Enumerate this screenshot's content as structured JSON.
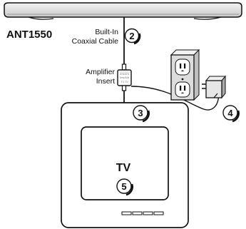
{
  "model": "ANT1550",
  "labels": {
    "cable": [
      "Built-In",
      "Coaxial Cable"
    ],
    "amplifier": [
      "Amplifier",
      "Insert"
    ],
    "tv": "TV",
    "amp_front_text": [
      "JENSEN",
      "Amp/Mix",
      "TO TV"
    ]
  },
  "steps": [
    "2",
    "3",
    "4",
    "5"
  ],
  "colors": {
    "line": "#111111",
    "fill": "#e8e8e8",
    "outlet": "#dddddd"
  },
  "icons": [
    "antenna-bar",
    "coax-cable",
    "amplifier-insert",
    "wall-outlet",
    "power-adapter",
    "tv"
  ]
}
